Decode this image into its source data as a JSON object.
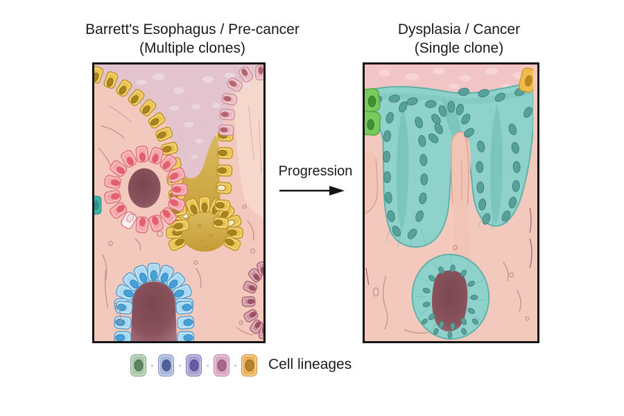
{
  "figure": {
    "panels": {
      "left": {
        "title1": "Barrett's Esophagus / Pre-cancer",
        "title2": "(Multiple clones)"
      },
      "right": {
        "title1": "Dysplasia / Cancer",
        "title2": "(Single clone)"
      }
    },
    "progression_label": "Progression",
    "legend": {
      "label": "Cell lineages",
      "lineages": [
        {
          "name": "green-lineage",
          "body": "#a9c9aa",
          "line": "#7ba57e",
          "nucleus": "#5a855d"
        },
        {
          "name": "blue-lineage",
          "body": "#a9b7dc",
          "line": "#7f8fc0",
          "nucleus": "#53619a"
        },
        {
          "name": "purple-lineage",
          "body": "#a89fd4",
          "line": "#7c74b4",
          "nucleus": "#665da8"
        },
        {
          "name": "pink-lineage",
          "body": "#dba8c3",
          "line": "#bb7f9e",
          "nucleus": "#a8688c"
        },
        {
          "name": "orange-lineage",
          "body": "#edb257",
          "line": "#cd8f33",
          "nucleus": "#b9812c"
        }
      ]
    },
    "palette": {
      "bgPink": "#f2c9bc",
      "panelBorder": "#141414",
      "textColor": "#1a1a1a",
      "mauve": "#e3c3ce",
      "mauveSpot": "#efdbe2",
      "bandPink": "#f1c4c6",
      "bandSpot": "#f8d8d7",
      "yellowBody": "#e9c34c",
      "yellowLine": "#c3942c",
      "yellowNuc": "#a8831e",
      "yellowNucLine": "#8f6d15",
      "creamNuc": "#f3ecc3",
      "oliveLumenTop": "#d9bc5f",
      "oliveLumenBottom": "#c69a35",
      "archBody": "#e9babf",
      "archLine": "#cd95a0",
      "archNuc": "#b5616f",
      "paleLumen": "#f6d7cc",
      "redBody": "#f5a6aa",
      "redLine": "#df767f",
      "redNuc": "#e55e6c",
      "paleCell": "#fbf1f2",
      "paleCellNuc": "#f2dde0",
      "maroonDark": "#7a4750",
      "maroonMid": "#8a525c",
      "maroonLight": "#a5707c",
      "blueBody": "#a8d8f2",
      "blueLine": "#609fc9",
      "blueNuc": "#47a0d8",
      "blueNucLine": "#2f7fb5",
      "darkBody": "#d095a2",
      "darkLine": "#ad6a78",
      "darkNuc": "#9e5163",
      "tealBody": "#8fd2cb",
      "tealLine": "#5fb0a9",
      "tealNuc": "#57a19b",
      "tealNucLine": "#417f7a",
      "tealDeep": "#74c0b8",
      "greenBody": "#7ac95f",
      "greenLine": "#4ea63c",
      "greenNuc": "#3f8f33",
      "orangeBody": "#f0bc4b",
      "orangeLine": "#d09a2e",
      "orangeNuc": "#b98624",
      "squiggle": "#c68e84",
      "darkSquiggle": "#a5616b"
    }
  }
}
